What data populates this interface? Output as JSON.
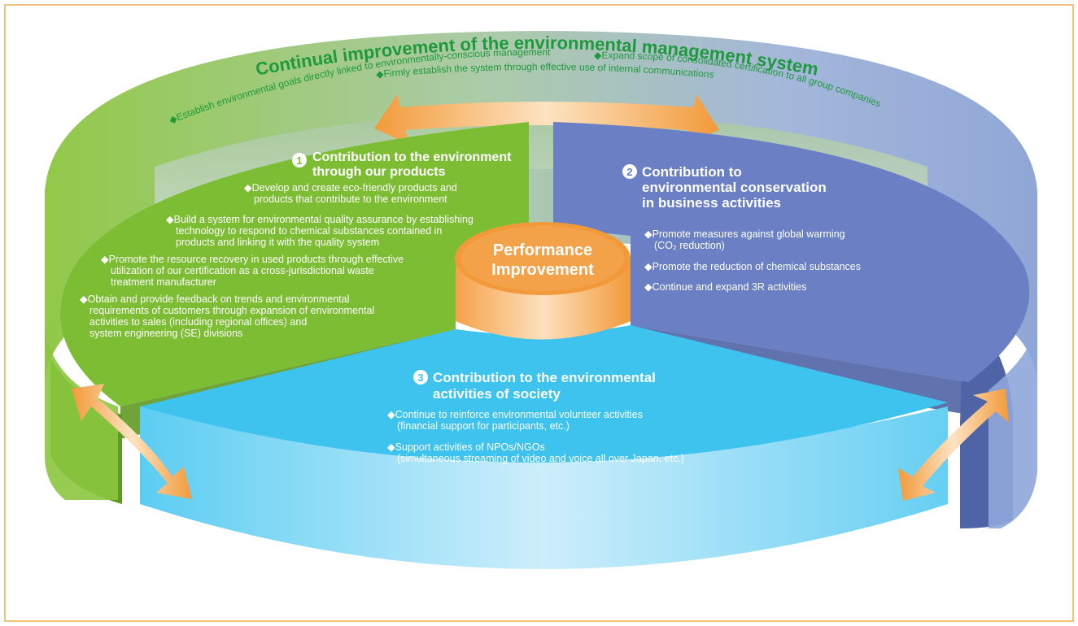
{
  "ring": {
    "title": "Continual improvement of the environmental management system",
    "items": [
      "◆Establish environmental goals directly linked to environmentally-conscious management",
      "◆Expand scope of consolidated certification to all group companies",
      "◆Firmly establish the system through effective use of internal communications"
    ]
  },
  "center": {
    "line1": "Performance",
    "line2": "Improvement"
  },
  "section1": {
    "number": "1",
    "title_line1": "Contribution to the environment",
    "title_line2": "through our products",
    "items": [
      {
        "lines": [
          "◆Develop and create eco-friendly products and",
          "products that contribute to the environment"
        ]
      },
      {
        "lines": [
          "◆Build a system for environmental quality assurance by establishing",
          "technology to respond to chemical substances contained in",
          "products and linking it with the quality system"
        ]
      },
      {
        "lines": [
          "◆Promote the resource recovery in used products through effective",
          "utilization of our certification as a cross-jurisdictional waste",
          "treatment manufacturer"
        ]
      },
      {
        "lines": [
          "◆Obtain and provide feedback on trends and environmental",
          "requirements of customers through expansion of environmental",
          "activities to sales (including regional offices) and",
          "system engineering (SE) divisions"
        ]
      }
    ]
  },
  "section2": {
    "number": "2",
    "title_line1": "Contribution to",
    "title_line2": "environmental conservation",
    "title_line3": "in business activities",
    "items": [
      {
        "lines": [
          "◆Promote measures against global warming",
          "(CO₂ reduction)"
        ]
      },
      {
        "lines": [
          "◆Promote the reduction of chemical substances"
        ]
      },
      {
        "lines": [
          "◆Continue and expand 3R activities"
        ]
      }
    ]
  },
  "section3": {
    "number": "3",
    "title_line1": "Contribution to the environmental",
    "title_line2": "activities of society",
    "items": [
      {
        "lines": [
          "◆Continue to reinforce environmental volunteer activities",
          "(financial support for participants, etc.)"
        ]
      },
      {
        "lines": [
          "◆Support activities of NPOs/NGOs",
          "(simultaneous streaming of video and voice all over Japan, etc.)"
        ]
      }
    ]
  },
  "colors": {
    "frame_border": "#f2c27a",
    "ring_title": "#1e9a3c",
    "ring_items": "#1e9a3c",
    "green_top": "#7cbd34",
    "green_side": "#5e9a22",
    "blue_top": "#6a7fc4",
    "blue_side": "#4f64a6",
    "cyan_top": "#3ec3ef",
    "cyan_side": "#86d3f1",
    "orange": "#f29a3a"
  }
}
